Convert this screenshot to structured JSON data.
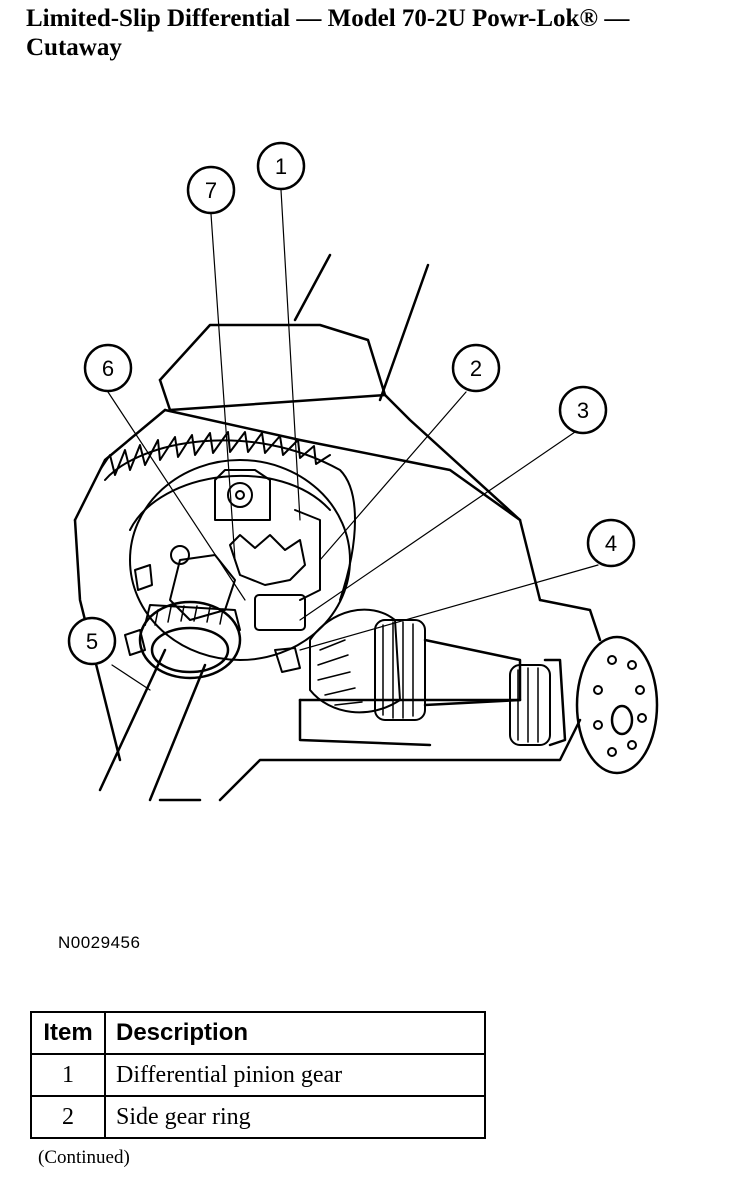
{
  "header": {
    "title": "Limited-Slip Differential — Model 70-2U Powr-Lok® — Cutaway"
  },
  "figure": {
    "id": "N0029456",
    "callouts": [
      "1",
      "2",
      "3",
      "4",
      "5",
      "6",
      "7"
    ]
  },
  "table": {
    "col_item": "Item",
    "col_description": "Description",
    "rows": [
      {
        "item": "1",
        "description": "Differential pinion gear"
      },
      {
        "item": "2",
        "description": "Side gear ring"
      }
    ]
  },
  "footer": {
    "continued": "(Continued)"
  }
}
